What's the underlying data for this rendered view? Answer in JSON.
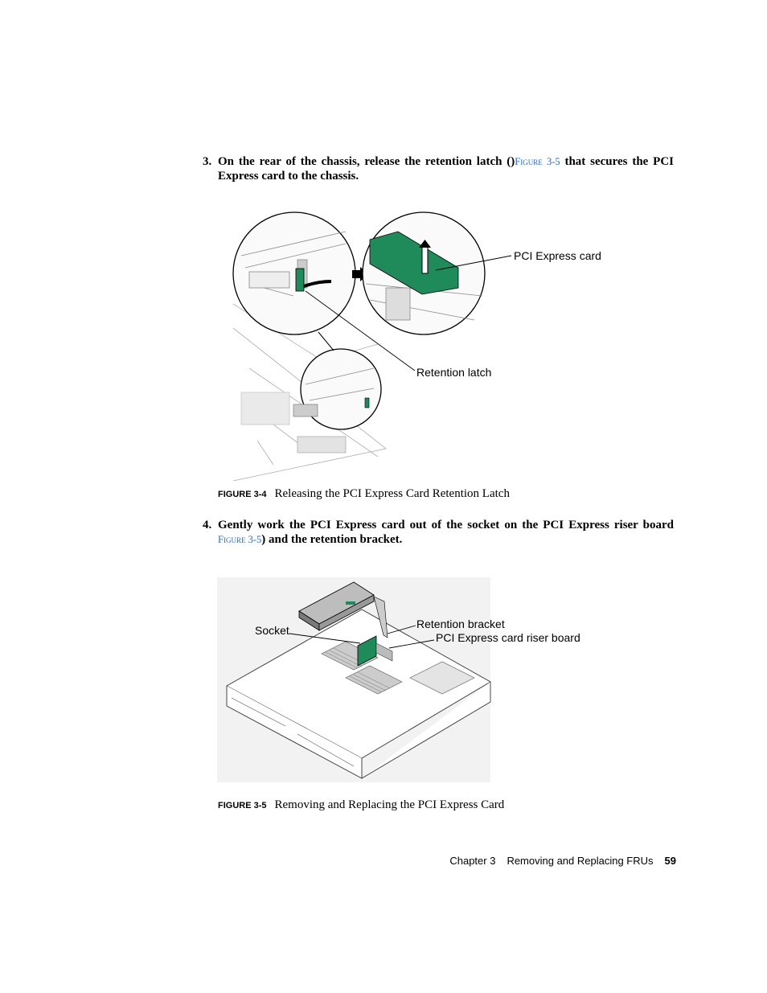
{
  "step3": {
    "number": "3.",
    "text_before": "On the rear of the chassis, release the retention latch (",
    "close_paren": ")",
    "link": "Figure 3-5",
    "text_after": " that secures the PCI Express card to the chassis."
  },
  "figure4": {
    "label": "FIGURE 3-4",
    "caption": "Releasing the PCI Express Card Retention Latch",
    "callouts": {
      "card": "PCI Express card",
      "latch": "Retention latch"
    }
  },
  "step4": {
    "number": "4.",
    "text_before": "Gently work the PCI Express card out of the socket on the PCI Express riser board ",
    "link": "Figure 3-5",
    "text_after": ") and the retention bracket."
  },
  "figure5": {
    "label": "FIGURE 3-5",
    "caption": "Removing and Replacing the PCI Express Card",
    "callouts": {
      "socket": "Socket",
      "bracket": "Retention bracket",
      "riser": "PCI Express card riser board"
    }
  },
  "footer": {
    "chapter": "Chapter 3",
    "title": "Removing and Replacing FRUs",
    "page": "59"
  },
  "colors": {
    "card_green": "#1f8a5a",
    "link_blue": "#2a6bc9"
  }
}
